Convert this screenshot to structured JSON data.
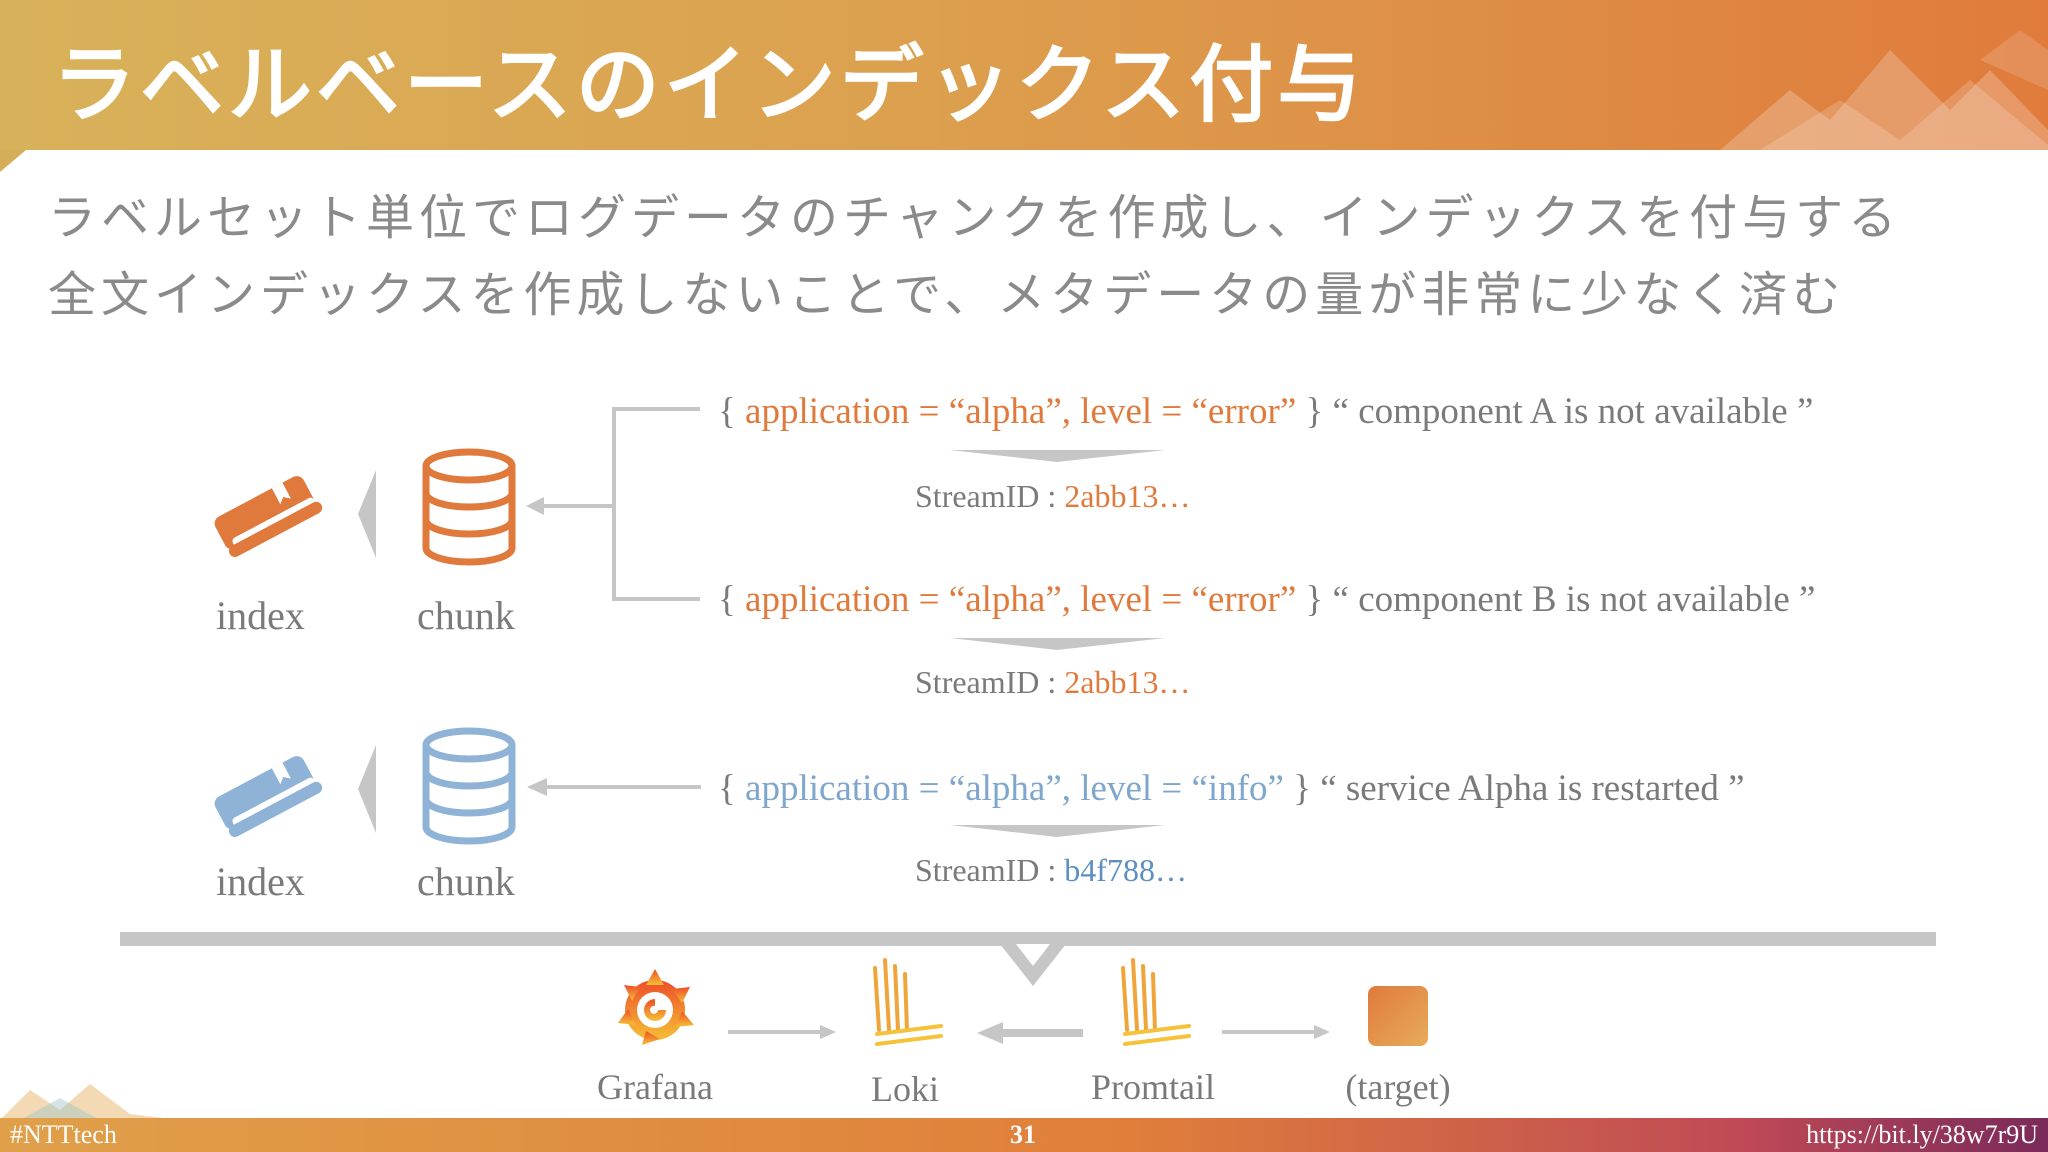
{
  "slide": {
    "title": "ラベルベースのインデックス付与",
    "subtitle_line1": "ラベルセット単位でログデータのチャンクを作成し、インデックスを付与する",
    "subtitle_line2": "全文インデックスを作成しないことで、メタデータの量が非常に少なく済む"
  },
  "diagram": {
    "group1": {
      "index_label": "index",
      "chunk_label": "chunk"
    },
    "group2": {
      "index_label": "index",
      "chunk_label": "chunk"
    },
    "logs": [
      {
        "open": "{ ",
        "labels": "application = “alpha”, level = “error”",
        "close": " } ",
        "message": "“ component A is not available ”",
        "stream_prefix": "StreamID : ",
        "stream_id": "2abb13…"
      },
      {
        "open": "{ ",
        "labels": "application = “alpha”, level = “error”",
        "close": " } ",
        "message": "“ component B is not available ”",
        "stream_prefix": "StreamID : ",
        "stream_id": "2abb13…"
      },
      {
        "open": "{ ",
        "labels": "application = “alpha”, level = “info”",
        "close": " } ",
        "message": "“ service Alpha is restarted ”",
        "stream_prefix": "StreamID : ",
        "stream_id": "b4f788…"
      }
    ],
    "pipeline": [
      "Grafana",
      "Loki",
      "Promtail",
      "(target)"
    ]
  },
  "footer": {
    "hashtag": "#NTTtech",
    "page": "31",
    "url": "https://bit.ly/38w7r9U"
  },
  "colors": {
    "orange": "#e07a3c",
    "blue": "#7fa6cc",
    "gray": "#c6c6c6",
    "text": "#7a7a7a"
  },
  "icons": [
    "book-icon",
    "database-icon",
    "grafana-icon",
    "loki-icon",
    "promtail-icon",
    "target-icon"
  ]
}
